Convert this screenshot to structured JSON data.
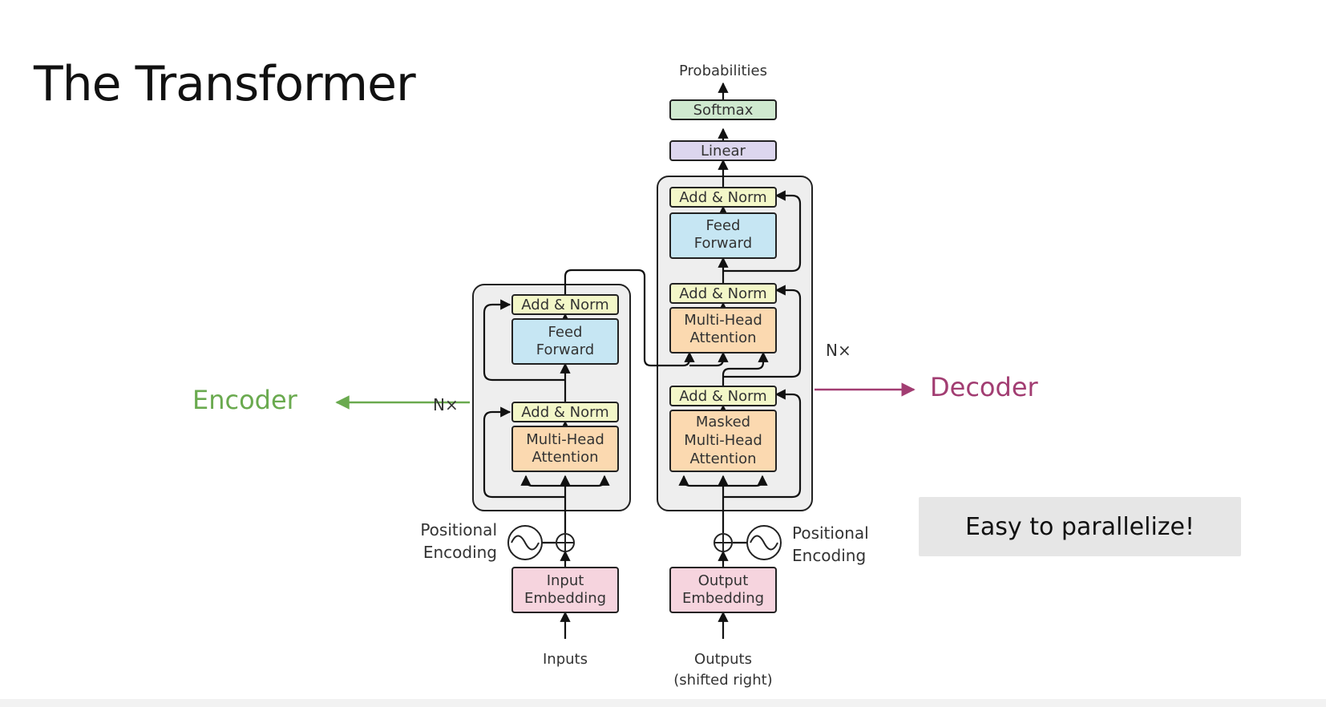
{
  "slide": {
    "title": "The Transformer",
    "encoder_label": "Encoder",
    "decoder_label": "Decoder",
    "callout": "Easy to parallelize!"
  },
  "diagram": {
    "output_label": "Probabilities",
    "softmax": "Softmax",
    "linear": "Linear",
    "add_norm": "Add & Norm",
    "feed_forward": [
      "Feed",
      "Forward"
    ],
    "multi_head_attention": [
      "Multi-Head",
      "Attention"
    ],
    "masked_multi_head_attention": [
      "Masked",
      "Multi-Head",
      "Attention"
    ],
    "repeat_marker": "N×",
    "positional_encoding": [
      "Positional",
      "Encoding"
    ],
    "input_embedding": [
      "Input",
      "Embedding"
    ],
    "output_embedding": [
      "Output",
      "Embedding"
    ],
    "inputs_label": "Inputs",
    "outputs_label": [
      "Outputs",
      "(shifted right)"
    ]
  },
  "colors": {
    "encoder": "#6aaa4f",
    "decoder": "#a23d72",
    "add_norm_fill": "#f3f7c8",
    "feed_forward_fill": "#c6e6f3",
    "attention_fill": "#fbd9b0",
    "embedding_fill": "#f6d4de",
    "softmax_fill": "#cfe9cf",
    "linear_fill": "#dcd6ee",
    "stack_fill": "#eeeeee"
  }
}
